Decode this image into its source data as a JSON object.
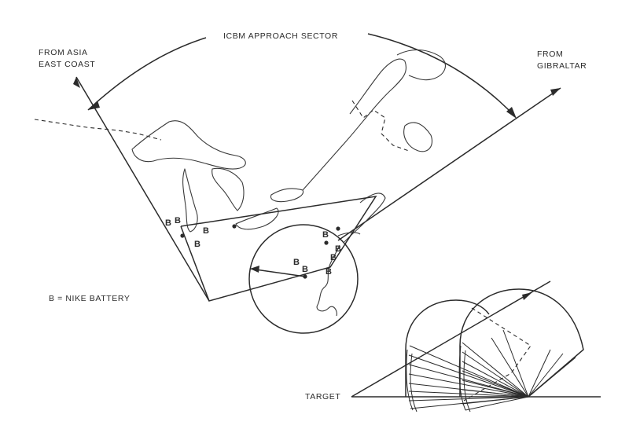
{
  "labels": {
    "sector_title": "ICBM APPROACH SECTOR",
    "from_asia_line1": "FROM ASIA",
    "from_asia_line2": "EAST COAST",
    "from_gibraltar_line1": "FROM",
    "from_gibraltar_line2": "GIBRALTAR",
    "legend": "B = NIKE BATTERY",
    "target": "TARGET"
  },
  "battery_symbol": "B",
  "colors": {
    "ink": "#2b2b2b",
    "paper": "#ffffff"
  },
  "icons": {
    "arrowhead": "arrowhead-icon",
    "battery": "battery-dot-icon"
  }
}
